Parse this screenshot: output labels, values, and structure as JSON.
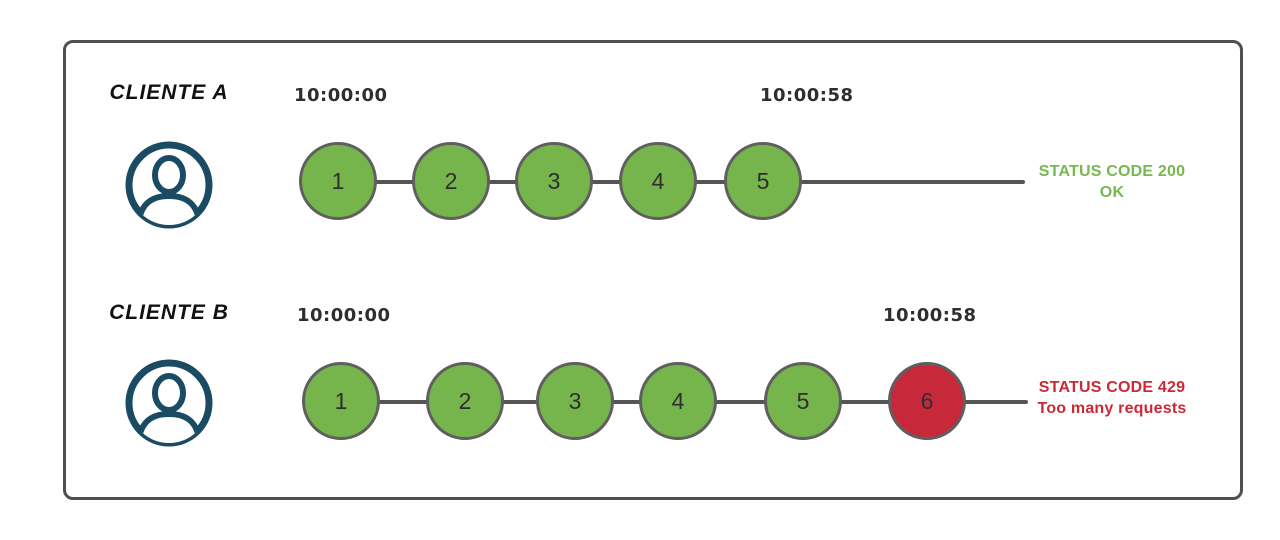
{
  "colors": {
    "success_green": "#76b44c",
    "success_text_green": "#77b84e",
    "error_red": "#c7293a",
    "error_text_red": "#cc2936",
    "avatar_navy": "#1b4a63",
    "line_gray": "#555555",
    "frame_gray": "#4f4f4f",
    "timestamp_dark": "#2e2e2e"
  },
  "rows": [
    {
      "client_label": "CLIENTE A",
      "avatar_icon": "user-avatar-icon",
      "start_time": "10:00:00",
      "end_time": "10:00:58",
      "requests": [
        {
          "label": "1",
          "status": "ok"
        },
        {
          "label": "2",
          "status": "ok"
        },
        {
          "label": "3",
          "status": "ok"
        },
        {
          "label": "4",
          "status": "ok"
        },
        {
          "label": "5",
          "status": "ok"
        }
      ],
      "status_line1": "STATUS CODE 200",
      "status_line2": "OK"
    },
    {
      "client_label": "CLIENTE B",
      "avatar_icon": "user-avatar-icon",
      "start_time": "10:00:00",
      "end_time": "10:00:58",
      "requests": [
        {
          "label": "1",
          "status": "ok"
        },
        {
          "label": "2",
          "status": "ok"
        },
        {
          "label": "3",
          "status": "ok"
        },
        {
          "label": "4",
          "status": "ok"
        },
        {
          "label": "5",
          "status": "ok"
        },
        {
          "label": "6",
          "status": "rejected"
        }
      ],
      "status_line1": "STATUS CODE 429",
      "status_line2": "Too many requests"
    }
  ]
}
